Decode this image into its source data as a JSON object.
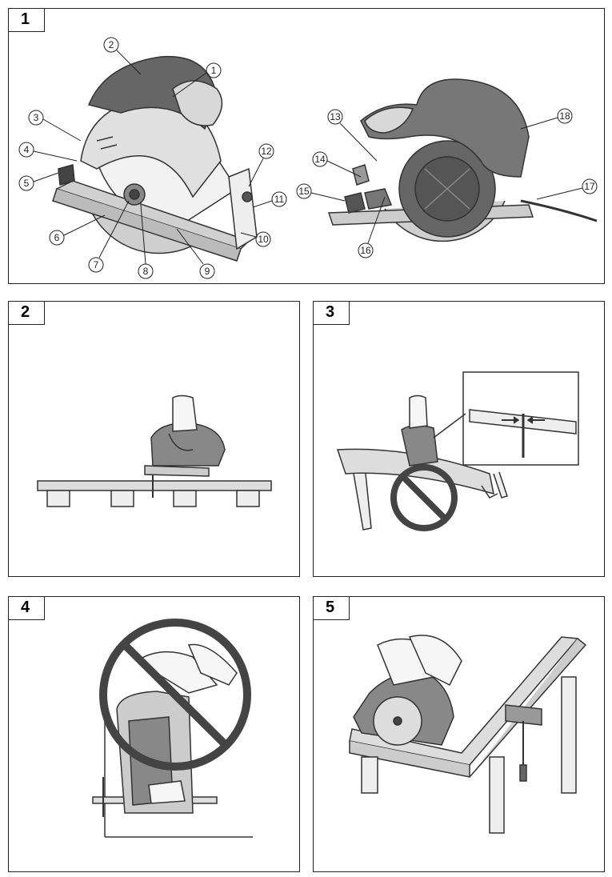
{
  "figures": [
    {
      "number": "1"
    },
    {
      "number": "2"
    },
    {
      "number": "3"
    },
    {
      "number": "4"
    },
    {
      "number": "5"
    }
  ],
  "callouts": [
    "1",
    "2",
    "3",
    "4",
    "5",
    "6",
    "7",
    "8",
    "9",
    "10",
    "11",
    "12",
    "13",
    "14",
    "15",
    "16",
    "17",
    "18"
  ]
}
